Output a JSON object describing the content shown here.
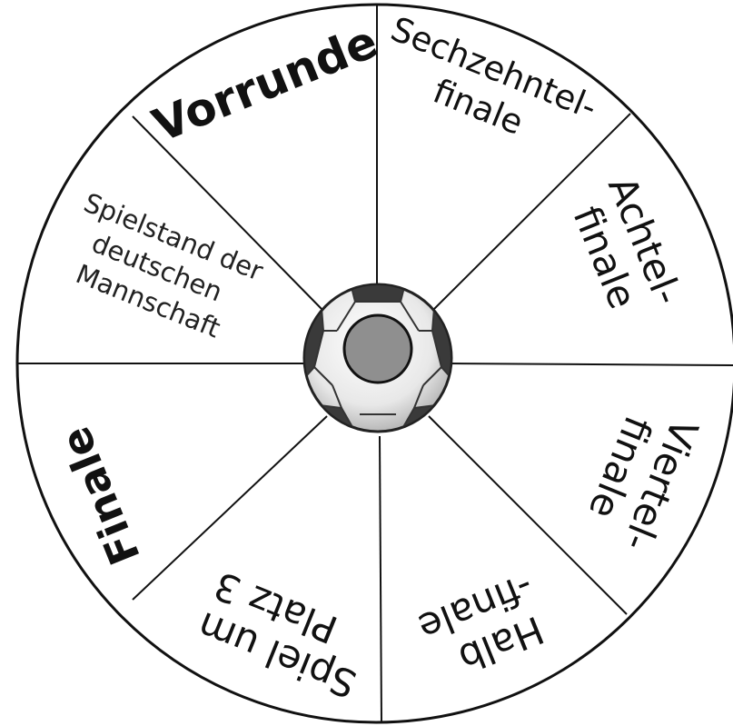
{
  "wheel": {
    "segments": [
      {
        "id": "vorrunde",
        "lines": [
          "Vorrunde"
        ]
      },
      {
        "id": "sechzehntelfinale",
        "lines": [
          "Sechzehntel-",
          "finale"
        ]
      },
      {
        "id": "achtelfinale",
        "lines": [
          "Achtel-",
          "finale"
        ]
      },
      {
        "id": "viertelfinale",
        "lines": [
          "Viertel-",
          "finale"
        ]
      },
      {
        "id": "halbfinale",
        "lines": [
          "Halb",
          "-finale"
        ]
      },
      {
        "id": "spiel-um-platz-3",
        "lines": [
          "Spiel um",
          "Platz 3"
        ]
      },
      {
        "id": "finale",
        "lines": [
          "Finale"
        ]
      },
      {
        "id": "spielstand",
        "lines": [
          "Spielstand der",
          "deutschen",
          "Mannschaft"
        ]
      }
    ],
    "center_icon": "soccer-ball-icon",
    "colors": {
      "ink": "#111111",
      "ball_dark": "#3a3a3a",
      "ball_light": "#f2f2f2",
      "hub": "#8f8f8f"
    }
  }
}
